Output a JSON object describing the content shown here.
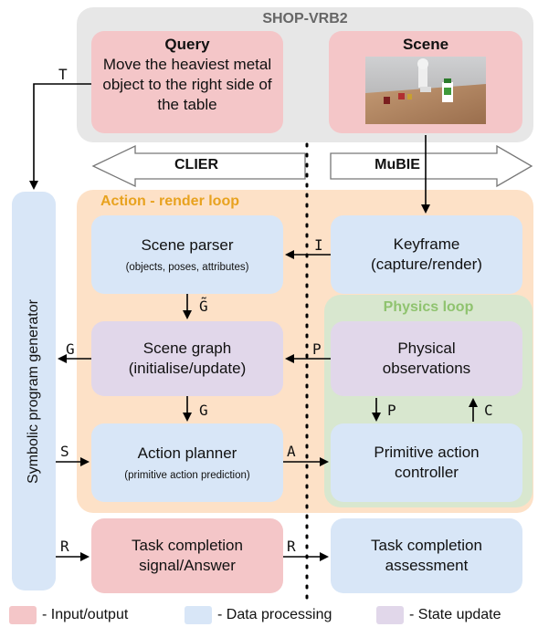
{
  "shop": {
    "title": "SHOP-VRB2"
  },
  "query": {
    "title": "Query",
    "text": "Move the heaviest metal object to the right side of the table"
  },
  "scene": {
    "title": "Scene"
  },
  "arrows": {
    "clier": "CLIER",
    "mubie": "MuBIE"
  },
  "action_loop": {
    "title": "Action - render loop"
  },
  "physics_loop": {
    "title": "Physics loop"
  },
  "boxes": {
    "scene_parser": {
      "title": "Scene parser",
      "sub": "(objects, poses, attributes)"
    },
    "keyframe": {
      "title": "Keyframe",
      "sub": "(capture/render)"
    },
    "scene_graph": {
      "title": "Scene graph",
      "sub": "(initialise/update)"
    },
    "physical_obs": {
      "title": "Physical",
      "sub": "observations"
    },
    "action_planner": {
      "title": "Action planner",
      "sub": "(primitive action prediction)"
    },
    "primitive_ctrl": {
      "title": "Primitive action",
      "sub": "controller"
    },
    "task_signal": {
      "title": "Task completion",
      "sub": "signal/Answer"
    },
    "task_assess": {
      "title": "Task completion",
      "sub": "assessment"
    },
    "symbolic": {
      "title": "Symbolic program generator"
    }
  },
  "labels": {
    "T": "T",
    "I": "I",
    "G_tilde": "G̃",
    "G_left": "G",
    "G_down": "G",
    "P_left": "P",
    "P_down": "P",
    "C_up": "C",
    "S": "S",
    "A": "A",
    "R_in": "R",
    "R_mid": "R"
  },
  "legend": [
    {
      "label": "- Input/output",
      "color": "#f4c6c8"
    },
    {
      "label": "- Data processing",
      "color": "#d8e6f7"
    },
    {
      "label": "- State update",
      "color": "#e1d7ea"
    }
  ]
}
